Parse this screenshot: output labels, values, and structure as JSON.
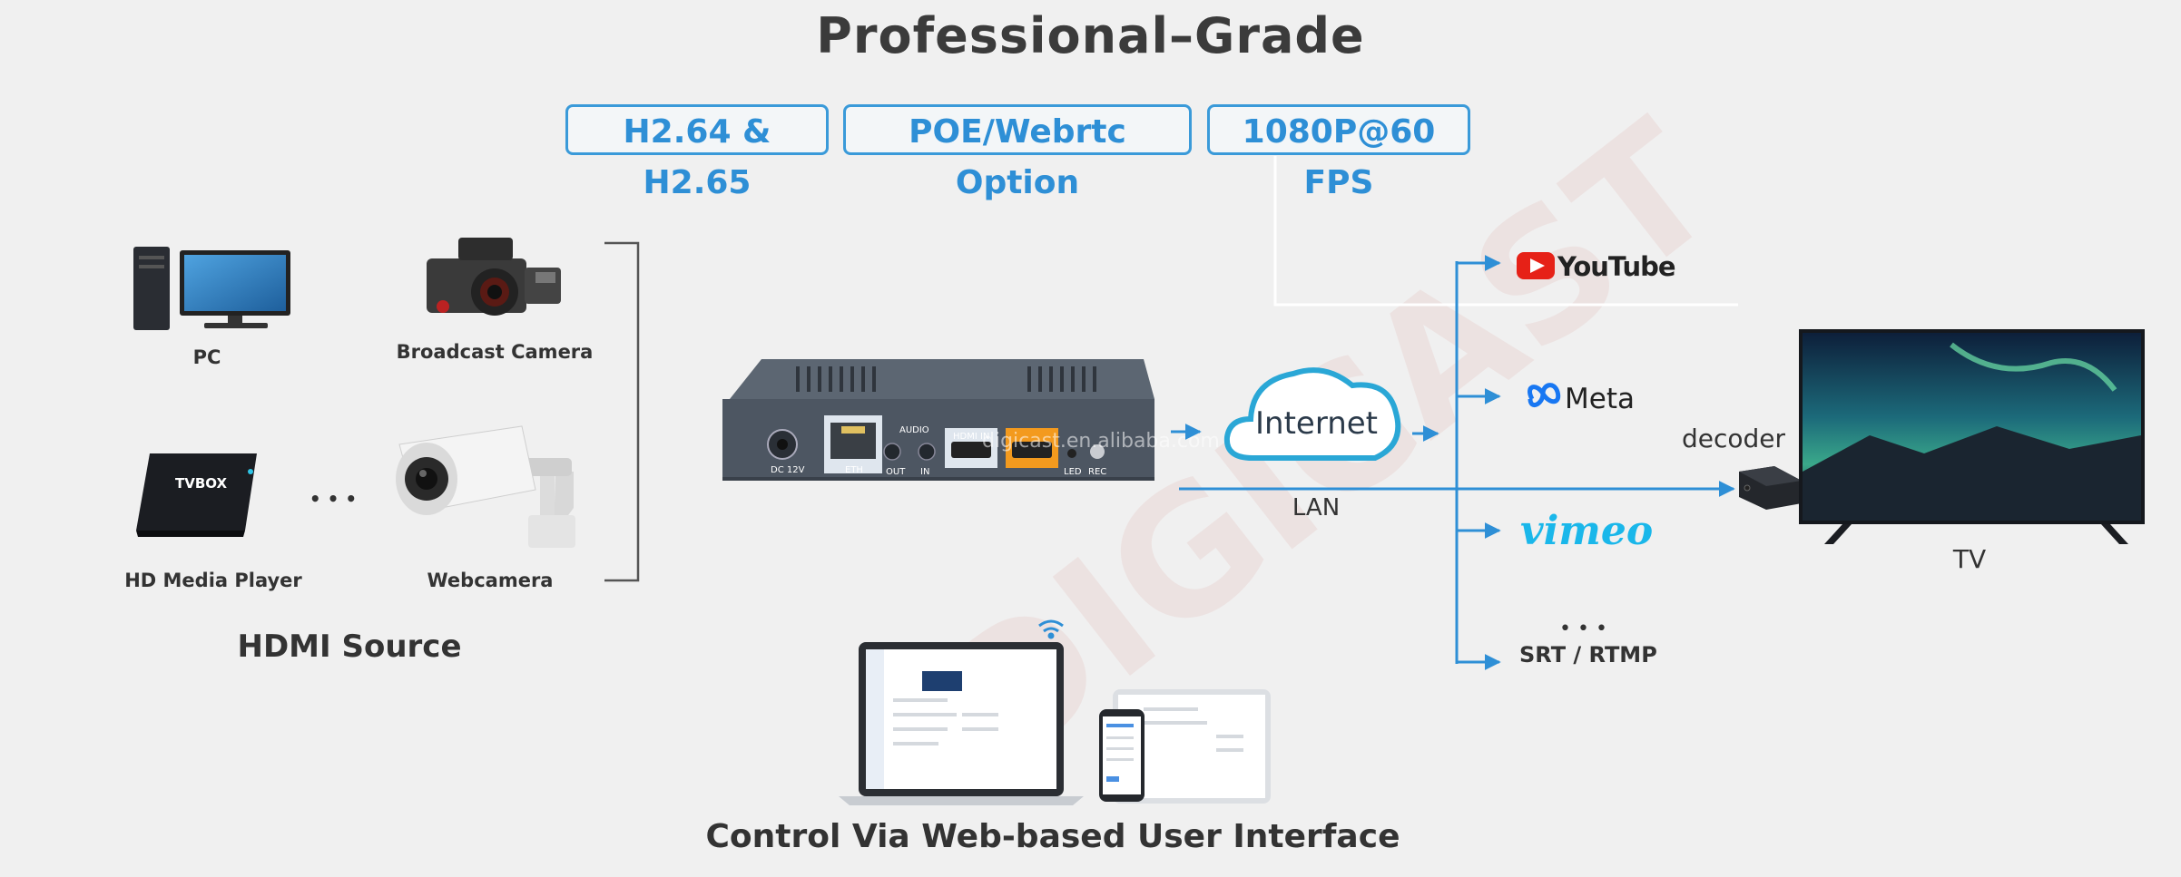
{
  "title": "Professional–Grade",
  "badges": [
    "H2.64 & H2.65",
    "POE/Webrtc Option",
    "1080P@60 FPS"
  ],
  "sources": {
    "pc": "PC",
    "broadcast_camera": "Broadcast Camera",
    "media_player": "HD Media Player",
    "webcamera": "Webcamera",
    "ellipsis": "• • •",
    "group_title": "HDMI Source",
    "tvbox_text": "TVBOX"
  },
  "encoder": {
    "port_labels": [
      "DC 12V",
      "ETH",
      "AUDIO",
      "OUT",
      "IN",
      "HDMI IN",
      "LED",
      "REC"
    ],
    "watermark": "digicast.en.alibaba.com"
  },
  "network": {
    "internet": "Internet",
    "lan": "LAN",
    "decoder": "decoder",
    "tv": "TV"
  },
  "platforms": {
    "youtube": "YouTube",
    "meta": "Meta",
    "vimeo": "vimeo",
    "more": "• • •",
    "srt": "SRT / RTMP"
  },
  "control": "Control Via Web-based User Interface",
  "colors": {
    "accent": "#2e8fd6",
    "youtube_red": "#e62117",
    "hdmi_orange": "#f39a1e",
    "device_gray": "#4d5662"
  }
}
